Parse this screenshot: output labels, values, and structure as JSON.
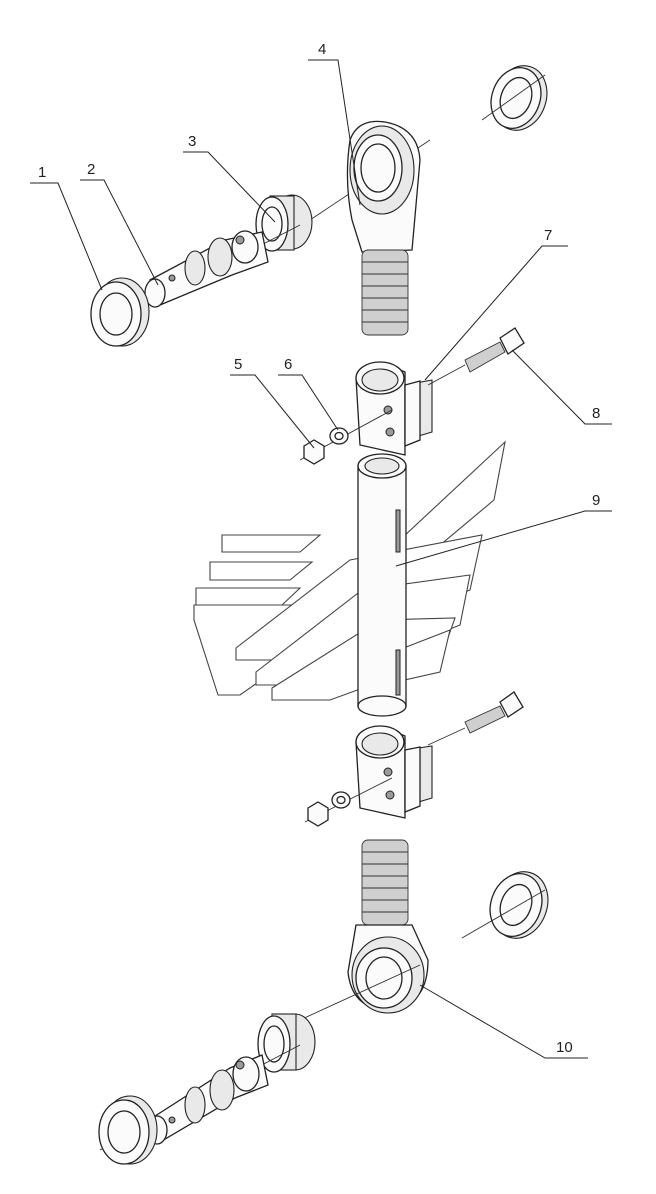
{
  "diagram": {
    "callouts": [
      "1",
      "2",
      "3",
      "4",
      "5",
      "6",
      "7",
      "8",
      "9",
      "10"
    ]
  },
  "colors": {
    "line": "#222222",
    "background": "#ffffff",
    "shade": "#e9e9e9"
  },
  "icons": {
    "watermark": "stylized-logo-watermark"
  }
}
